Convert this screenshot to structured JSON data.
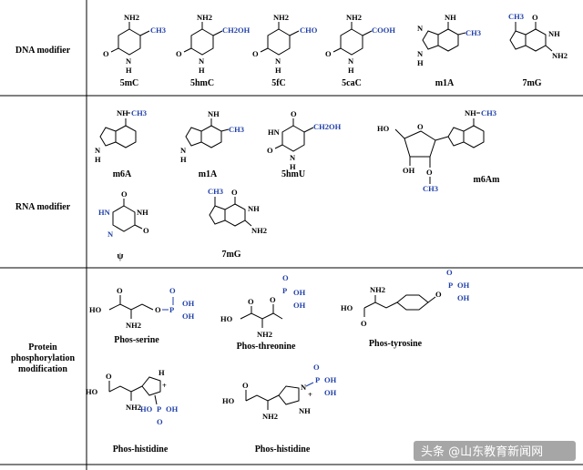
{
  "rows": {
    "dna": {
      "label": "DNA modifier",
      "molecules": [
        "5mC",
        "5hmC",
        "5fC",
        "5caC",
        "m1A",
        "7mG"
      ]
    },
    "rna": {
      "label": "RNA modifier",
      "molecules": [
        "m6A",
        "m1A",
        "5hmU",
        "m6Am",
        "ψ",
        "7mG"
      ]
    },
    "protein": {
      "label_lines": [
        "Protein",
        "phosphorylation",
        "modification"
      ],
      "molecules": [
        "Phos-serine",
        "Phos-threonine",
        "Phos-tyrosine",
        "Phos-histidine",
        "Phos-histidine"
      ]
    }
  },
  "substituents": {
    "ch3": "CH3",
    "ch2oh": "CH2OH",
    "cho": "CHO",
    "cooh": "COOH",
    "nh2": "NH2",
    "nh": "NH",
    "nhch3": "NH—CH3",
    "oh": "OH",
    "ho": "HO",
    "o": "O",
    "n": "N",
    "h": "H",
    "hn": "HN",
    "p": "P",
    "plus": "+"
  },
  "colors": {
    "highlight": "#1f3fa8",
    "line": "#000000"
  },
  "watermark": "头条 @山东教育新闻网"
}
